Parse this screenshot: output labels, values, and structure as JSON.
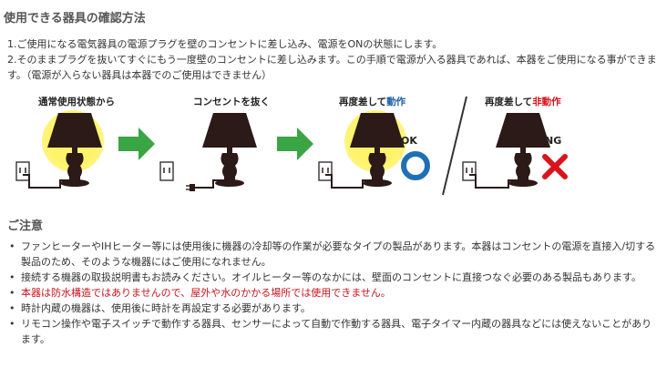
{
  "title": "使用できる器具の確認方法",
  "intro": {
    "line1": "1.ご使用になる電気器具の電源プラグを壁のコンセントに差し込み、電源をONの状態にします。",
    "line2": "2.そのままプラグを抜いてすぐにもう一度壁のコンセントに差し込みます。この手順で電源が入る器具であれば、本器をご使用になる事ができます。（電源が入らない器具は本器でのご使用はできません）"
  },
  "steps": {
    "step1": "通常使用状態から",
    "step2": "コンセントを抜く",
    "step3_prefix": "再度差して",
    "step3_highlight": "動作",
    "step4_prefix": "再度差して",
    "step4_highlight": "非動作",
    "ok_label": "OK",
    "ng_label": "NG"
  },
  "notes": {
    "title": "ご注意",
    "bullet": "•",
    "items": [
      "ファンヒーターやIHヒーター等には使用後に機器の冷却等の作業が必要なタイプの製品があります。本器はコンセントの電源を直接入/切する製品のため、そのような機器にはご使用になれません。",
      "接続する機器の取扱説明書もお読みください。オイルヒーター等のなかには、壁面のコンセントに直接つなぐ必要のある製品もあります。",
      "本器は防水構造ではありませんので、屋外や水のかかる場所では使用できません。",
      "時計内蔵の機器は、使用後に時計を再設定する必要があります。",
      "リモコン操作や電子スイッチで動作する器具、センサーによって自動で作動する器具、電子タイマー内蔵の器具などには使えないことがあります。"
    ]
  },
  "colors": {
    "glow": "#fff36a",
    "lamp": "#2b1a17",
    "arrow": "#3aa544",
    "ok_ring": "#1f6fb5",
    "ng_cross": "#d8141c",
    "warning_text": "#c8141c"
  }
}
